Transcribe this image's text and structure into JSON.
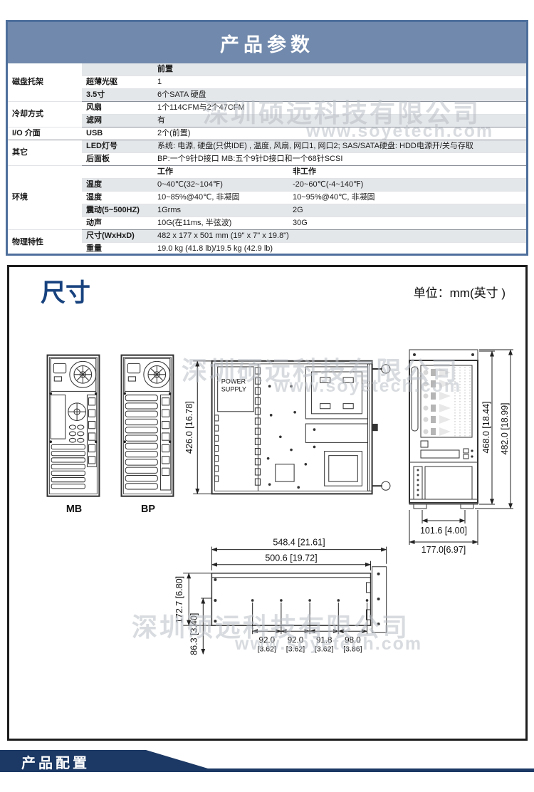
{
  "spec": {
    "title": "产品参数",
    "groups": [
      {
        "label": "磁盘托架",
        "rows": [
          {
            "sub": "",
            "v1": "前置"
          },
          {
            "sub": "超薄光驱",
            "v1": "1"
          },
          {
            "sub": "3.5寸",
            "v1": "6个SATA 硬盘"
          }
        ]
      },
      {
        "label": "冷却方式",
        "rows": [
          {
            "sub": "风扇",
            "v1": "1个114CFM与2个47CFM"
          },
          {
            "sub": "滤网",
            "v1": "有"
          }
        ]
      },
      {
        "label": "I/O 介面",
        "rows": [
          {
            "sub": "USB",
            "v1": "2个(前置)"
          }
        ]
      },
      {
        "label": "其它",
        "rows": [
          {
            "sub": "LED灯号",
            "v1": "系统: 电源, 硬盘(只供IDE) , 温度, 风扇, 网口1, 网口2; SAS/SATA硬盘: HDD电源开/关与存取"
          },
          {
            "sub": "后面板",
            "v1": "BP:一个9针D接口 MB:五个9针D接口和一个68针SCSI"
          }
        ]
      },
      {
        "label": "环境",
        "rows": [
          {
            "sub": "",
            "v1": "工作",
            "v2": "非工作"
          },
          {
            "sub": "温度",
            "v1": "0~40℃(32~104℉)",
            "v2": "-20~60℃(-4~140℉)"
          },
          {
            "sub": "湿度",
            "v1": "10~85%@40℃, 非凝固",
            "v2": "10~95%@40℃, 非凝固"
          },
          {
            "sub": "震动(5~500HZ)",
            "v1": "1Grms",
            "v2": "2G"
          },
          {
            "sub": "动声",
            "v1": "10G(在11ms, 半弦波)",
            "v2": "30G"
          }
        ]
      },
      {
        "label": "物理特性",
        "rows": [
          {
            "sub": "尺寸(WxHxD)",
            "v1": "482 x 177 x 501 mm (19\" x 7\" x 19.8\")"
          },
          {
            "sub": "重量",
            "v1": "19.0 kg (41.8 lb)/19.5 kg (42.9 lb)"
          }
        ]
      }
    ]
  },
  "dim": {
    "title": "尺寸",
    "unit": "单位：mm(英寸 )",
    "mb_label": "MB",
    "bp_label": "BP",
    "psu_line1": "POWER",
    "psu_line2": "SUPPLY",
    "top_depth": "426.0 [16.78]",
    "front_h_inner": "468.0 [18.44]",
    "front_h_outer": "482.0 [18.99]",
    "front_w_inner": "101.6 [4.00]",
    "front_w_outer": "177.0[6.97]",
    "side_len_outer": "548.4 [21.61]",
    "side_len_inner": "500.6 [19.72]",
    "side_height": "172.7 [6.80]",
    "side_foot": "86.3 [3.40]",
    "pitch": [
      {
        "mm": "92.0",
        "in": "[3.62]"
      },
      {
        "mm": "92.0",
        "in": "[3.62]"
      },
      {
        "mm": "91.8",
        "in": "[3.62]"
      },
      {
        "mm": "98.0",
        "in": "[3.86]"
      }
    ]
  },
  "footer": {
    "title": "产品配置"
  },
  "watermark": {
    "company": "深圳硕远科技有限公司",
    "site": "www.soyetech.com"
  }
}
